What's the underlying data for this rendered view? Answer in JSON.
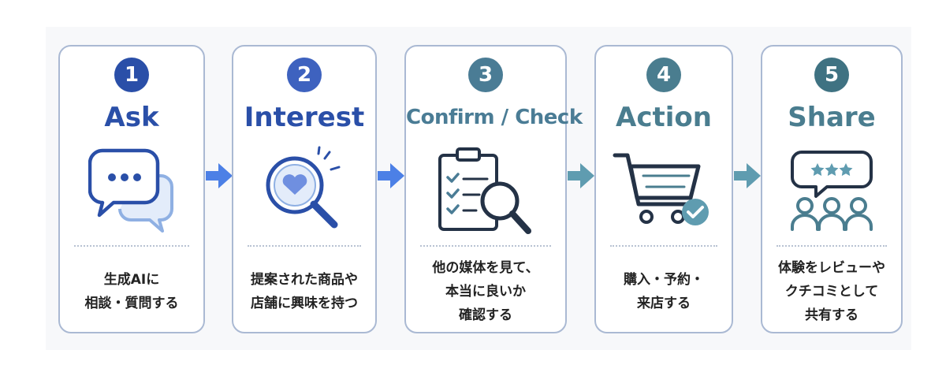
{
  "colors": {
    "blue_dark": "#2a4fa8",
    "blue_mid": "#3e62bf",
    "slate": "#4a7c95",
    "teal": "#4a7d8f",
    "teal_dark": "#3f7282",
    "arrow_blue": "#4c80e6",
    "arrow_teal": "#5f9cb0"
  },
  "steps": [
    {
      "number": "1",
      "title": "Ask",
      "description": "生成AIに\n相談・質問する",
      "icon": "chat-bubbles-icon"
    },
    {
      "number": "2",
      "title": "Interest",
      "description": "提案された商品や\n店舗に興味を持つ",
      "icon": "magnifier-heart-icon"
    },
    {
      "number": "3",
      "title": "Confirm / Check",
      "description": "他の媒体を見て、\n本当に良いか\n確認する",
      "icon": "clipboard-check-icon"
    },
    {
      "number": "4",
      "title": "Action",
      "description": "購入・予約・\n来店する",
      "icon": "shopping-cart-icon"
    },
    {
      "number": "5",
      "title": "Share",
      "description": "体験をレビューや\nクチコミとして\n共有する",
      "icon": "review-share-icon"
    }
  ]
}
